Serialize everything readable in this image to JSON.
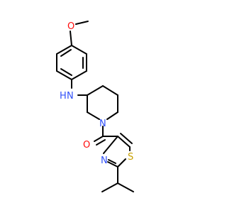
{
  "molecule": {
    "atoms": {
      "O_methoxy": {
        "label": "O",
        "color": "#ff0d0d"
      },
      "NH": {
        "label": "N",
        "sublabel": "H",
        "color": "#3050f8"
      },
      "N_pip": {
        "label": "N",
        "color": "#3050f8"
      },
      "O_carbonyl": {
        "label": "O",
        "color": "#ff0d0d"
      },
      "N_thz": {
        "label": "N",
        "color": "#3050f8"
      },
      "S_thz": {
        "label": "S",
        "color": "#c8a000"
      }
    }
  }
}
